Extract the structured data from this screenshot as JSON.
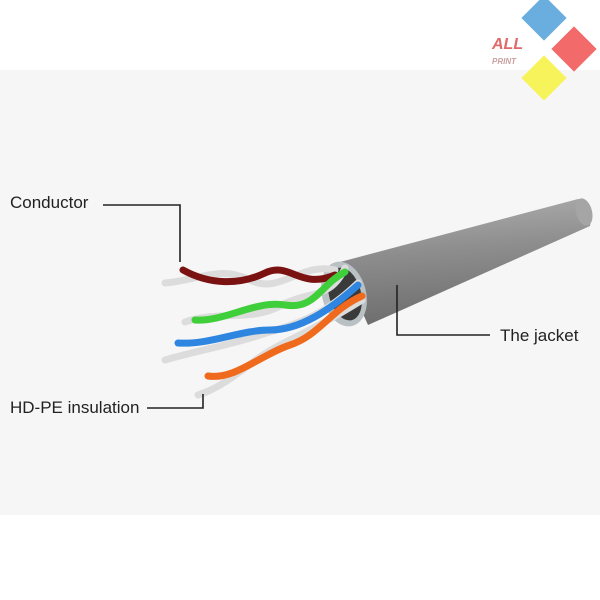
{
  "labels": {
    "conductor": "Conductor",
    "insulation": "HD-PE insulation",
    "jacket": "The jacket"
  },
  "logo": {
    "text": "ALL PRINT"
  },
  "colors": {
    "jacket": "#8f8f8f",
    "pair_brown": "#7a1212",
    "pair_green": "#3fcf3a",
    "pair_blue": "#2f86e0",
    "pair_orange": "#f06a1e",
    "logo_blue": "#6aaee0",
    "logo_red": "#f26a6a",
    "logo_yellow": "#f7f35a"
  }
}
